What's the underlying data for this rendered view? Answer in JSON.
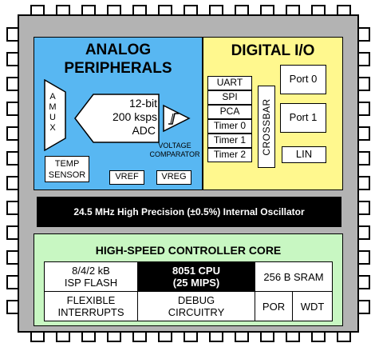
{
  "analog": {
    "title_line1": "ANALOG",
    "title_line2": "PERIPHERALS",
    "amux": [
      "A",
      "M",
      "U",
      "X"
    ],
    "adc": {
      "line1": "12-bit",
      "line2": "200 ksps",
      "line3": "ADC"
    },
    "comparator_line1": "VOLTAGE",
    "comparator_line2": "COMPARATOR",
    "temp_sensor_line1": "TEMP",
    "temp_sensor_line2": "SENSOR",
    "vref": "VREF",
    "vreg": "VREG"
  },
  "digital": {
    "title": "DIGITAL I/O",
    "peripherals": [
      "UART",
      "SPI",
      "PCA",
      "Timer 0",
      "Timer 1",
      "Timer 2"
    ],
    "crossbar": "CROSSBAR",
    "port0": "Port 0",
    "port1": "Port 1",
    "lin": "LIN"
  },
  "oscillator": "24.5 MHz High Precision (±0.5%) Internal Oscillator",
  "core": {
    "title": "HIGH-SPEED CONTROLLER CORE",
    "flash_line1": "8/4/2 kB",
    "flash_line2": "ISP FLASH",
    "cpu_line1": "8051 CPU",
    "cpu_line2": "(25 MIPS)",
    "sram": "256 B SRAM",
    "interrupts_line1": "FLEXIBLE",
    "interrupts_line2": "INTERRUPTS",
    "debug_line1": "DEBUG",
    "debug_line2": "CIRCUITRY",
    "por": "POR",
    "wdt": "WDT"
  },
  "colors": {
    "analog_bg": "#58b7f2",
    "digital_bg": "#fff88e",
    "core_bg": "#c8f7c2",
    "chip_bg": "#b3b3b3",
    "oscillator_bg": "#000000"
  }
}
